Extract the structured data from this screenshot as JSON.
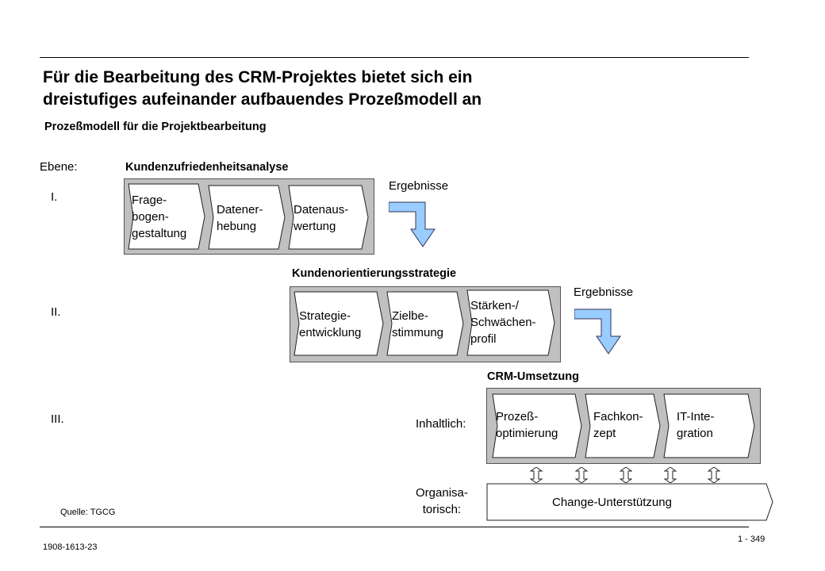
{
  "title_line1": "Für die Bearbeitung des CRM-Projektes bietet sich ein",
  "title_line2": "dreistufiges aufeinander aufbauendes Prozeßmodell an",
  "subtitle": "Prozeßmodell für die Projektbearbeitung",
  "ebene_label": "Ebene:",
  "levels": [
    "I.",
    "II.",
    "III."
  ],
  "stage1": {
    "title": "Kundenzufriedenheitsanalyse",
    "steps": [
      "Frage-\nbogen-\ngestaltung",
      "Datener-\nhebung",
      "Datenaus-\nwertung"
    ],
    "result_label": "Ergebnisse"
  },
  "stage2": {
    "title": "Kundenorientierungsstrategie",
    "steps": [
      "Strategie-\nentwicklung",
      "Zielbe-\nstimmung",
      "Stärken-/\nSchwächen-\nprofil"
    ],
    "result_label": "Ergebnisse"
  },
  "stage3": {
    "title": "CRM-Umsetzung",
    "inhaltlich_label": "Inhaltlich:",
    "steps": [
      "Prozeß-\noptimierung",
      "Fachkon-\nzept",
      "IT-Inte-\ngration"
    ],
    "organisatorisch_label": "Organisa-\ntorisch:",
    "change_label": "Change-Unterstützung"
  },
  "source": "Quelle: TGCG",
  "doc_id": "1908-1613-23",
  "page_number": "1 - 349",
  "colors": {
    "panel": "#c0c0c0",
    "arrow": "#99ccff",
    "chevron": "#ffffff"
  }
}
